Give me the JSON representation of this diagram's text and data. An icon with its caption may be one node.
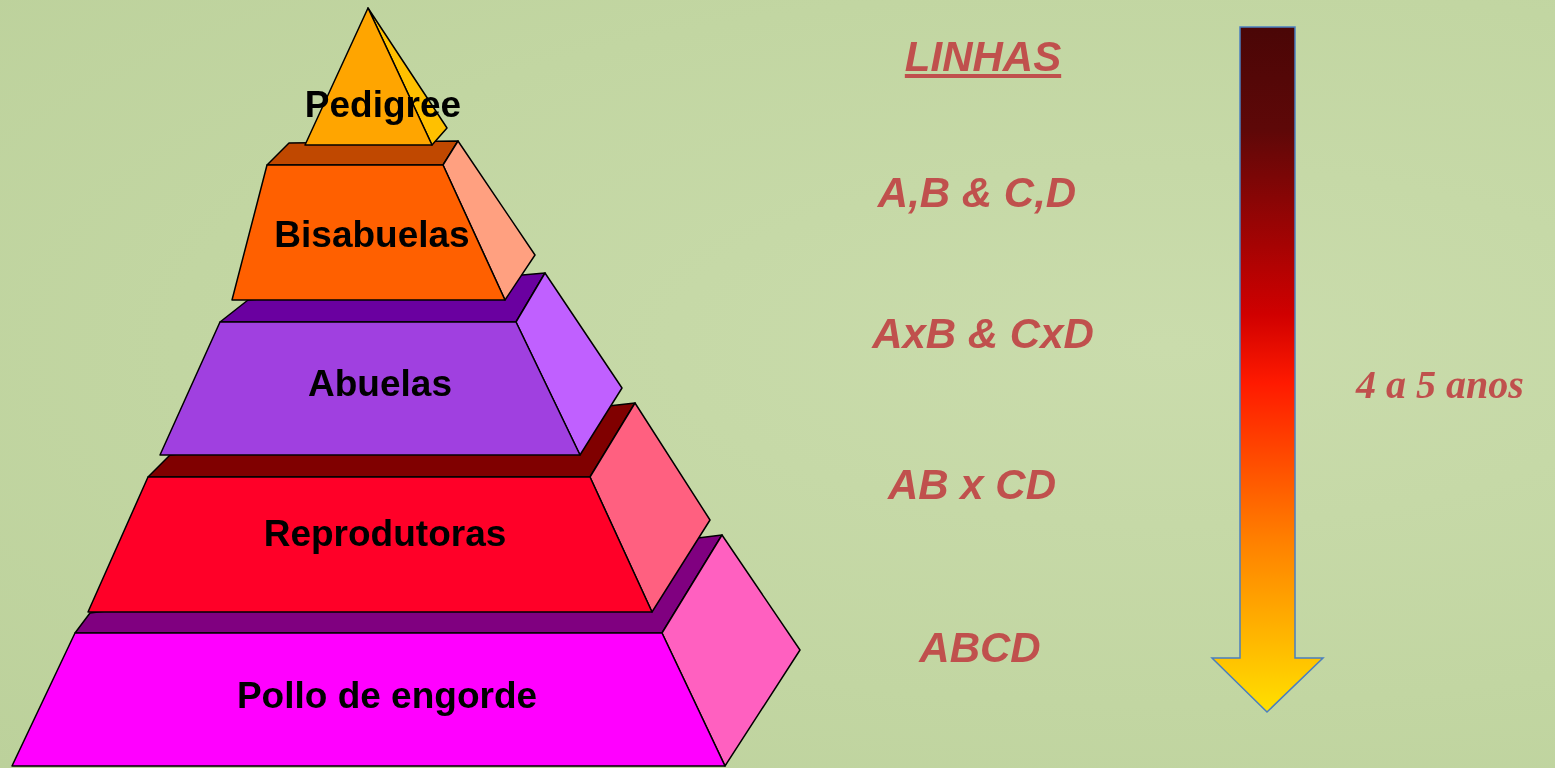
{
  "diagram": {
    "nodes": [
      {
        "text": [
          "Pedigree"
        ]
      },
      {
        "text": [
          "Bisabuelas"
        ]
      },
      {
        "text": [
          "Abuelas"
        ]
      },
      {
        "text": [
          "Reprodutoras"
        ]
      },
      {
        "text": [
          "Pollo de engorde"
        ]
      }
    ],
    "labels": [
      "LINHAS",
      "A,B & C,D",
      "AxB & CxD",
      "4 a 5 anos",
      "AB x CD",
      "ABCD"
    ]
  }
}
